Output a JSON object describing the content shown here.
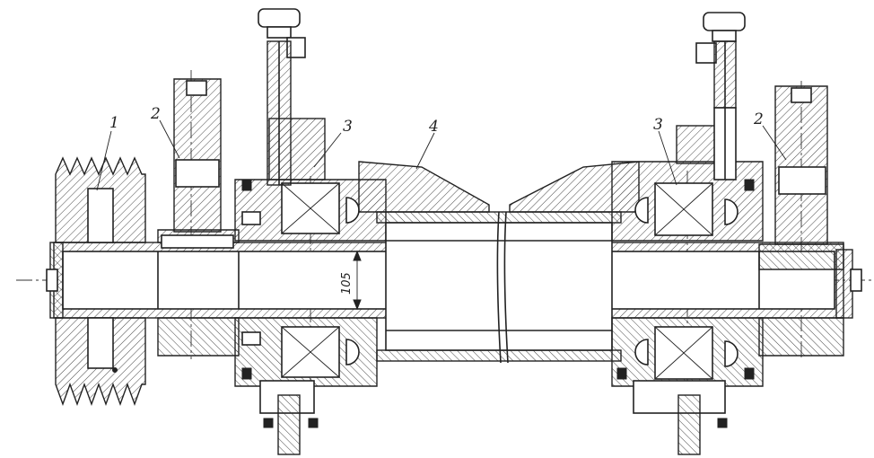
{
  "labels": {
    "pulley": "1",
    "gear_left": "2",
    "gear_right": "2",
    "bearing_left": "3",
    "bearing_right": "3",
    "drum": "4"
  },
  "dimension": {
    "shaft_diameter": "105"
  }
}
